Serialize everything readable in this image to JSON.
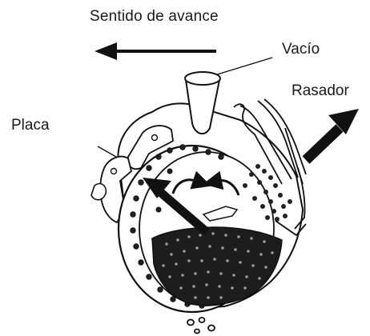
{
  "labels": {
    "direction": "Sentido de avance",
    "vacuum": "Vacío",
    "scraper": "Rasador",
    "plate": "Placa"
  },
  "colors": {
    "ink": "#111111",
    "seed_fill": "#1d1d1d",
    "background": "#ffffff"
  }
}
